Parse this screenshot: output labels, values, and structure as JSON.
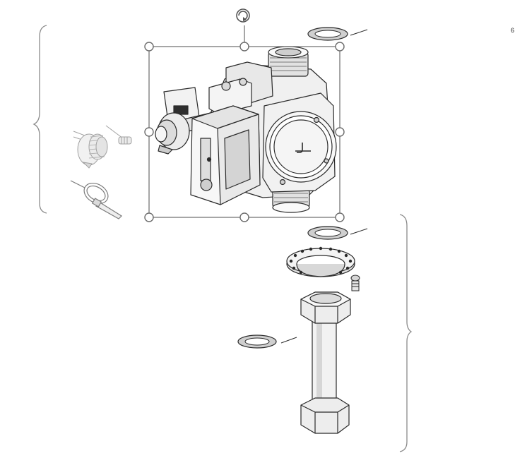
{
  "corner_mark": "6",
  "colors": {
    "ink": "#2a2a2a",
    "shade": "#cfcfcf",
    "light": "#f2f2f2",
    "faded": "#9a9a9a",
    "selection": "#6b6b6b",
    "bracket": "#8a8a8a"
  },
  "selection": {
    "state": "selected",
    "handles": [
      "top-left",
      "top",
      "top-right",
      "right",
      "bottom-right",
      "bottom",
      "bottom-left",
      "left"
    ],
    "rotate_handle": "rotate-icon"
  },
  "parts": [
    "gas-valve",
    "sealing-ring-top",
    "sealing-ring-middle",
    "sealing-ring-left",
    "flange",
    "screw",
    "gas-pipe-with-nuts",
    "knob",
    "nipple",
    "cable-tie"
  ]
}
